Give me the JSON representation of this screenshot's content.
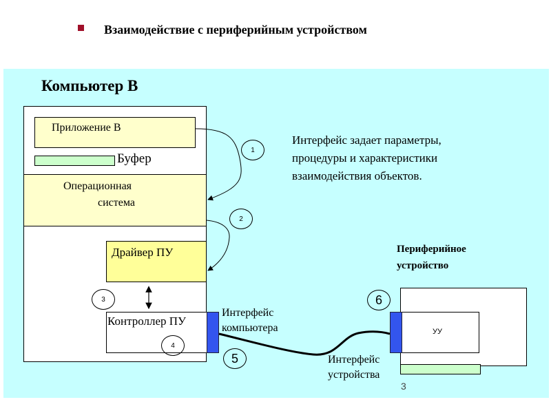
{
  "slide": {
    "title": "Взаимодействие с периферийным устройством",
    "bullet_color": "#a0102a",
    "page_number": "3"
  },
  "computer": {
    "title": "Компьютер В",
    "application": "Приложение В",
    "buffer": "Буфер",
    "os_line1": "Операционная",
    "os_line2": "система",
    "driver": "Драйвер ПУ",
    "controller": "Контроллер ПУ",
    "interface_line1": "Интерфейс",
    "interface_line2": "компьютера"
  },
  "description": {
    "line1": "Интерфейс задает параметры,",
    "line2": "процедуры и характеристики",
    "line3": "взаимодействия объектов."
  },
  "peripheral": {
    "title_line1": "Периферийное",
    "title_line2": "устройство",
    "control_unit": "УУ",
    "interface_line1": "Интерфейс",
    "interface_line2": "устройства"
  },
  "steps": [
    "1",
    "2",
    "3",
    "4",
    "5",
    "6"
  ],
  "colors": {
    "panel": "#c6ffff",
    "pale_yellow": "#ffffcc",
    "yellow": "#ffff99",
    "green": "#ccffcc",
    "port_blue": "#3355ee"
  }
}
